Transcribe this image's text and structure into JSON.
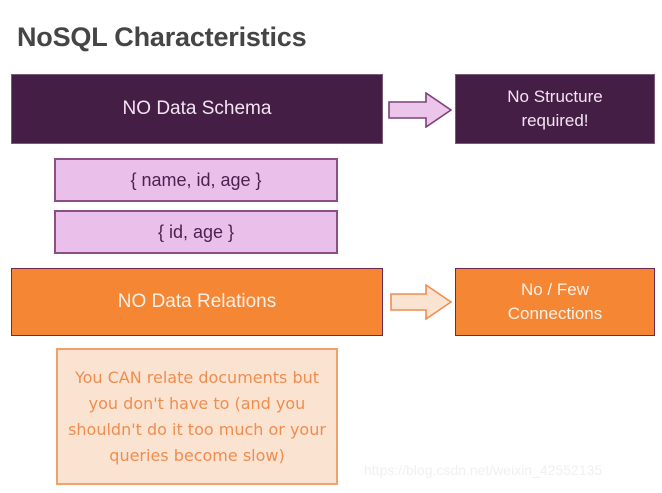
{
  "title": "NoSQL Characteristics",
  "schema_section": {
    "banner": "NO Data Schema",
    "arrow_name": "arrow-right",
    "result": "No Structure\nrequired!",
    "documents": [
      "{ name, id, age }",
      "{ id, age }"
    ]
  },
  "relations_section": {
    "banner": "NO Data Relations",
    "arrow_name": "arrow-right",
    "result": "No / Few\nConnections",
    "note": "You CAN relate documents but you don't have to (and you shouldn't do it too much or your queries become slow)"
  },
  "watermark": "https://blog.csdn.net/weixin_42552135",
  "colors": {
    "plum": "#451e46",
    "plum_border": "#7b5a78",
    "lilac": "#eabfea",
    "lilac_border": "#8a4f87",
    "lilac_text": "#4d2150",
    "orange": "#f58634",
    "orange_border": "#6d2a4d",
    "peach": "#fbe3d2",
    "peach_border": "#f0a26a",
    "peach_text": "#ef8d4f",
    "title_text": "#454545",
    "arrow_purple_fill": "#ecc5ea",
    "arrow_purple_stroke": "#7b3f7a",
    "arrow_peach_fill": "#fbe3d2",
    "arrow_peach_stroke": "#ef8d4f",
    "watermark": "#f0f0f0",
    "background": "#ffffff"
  }
}
